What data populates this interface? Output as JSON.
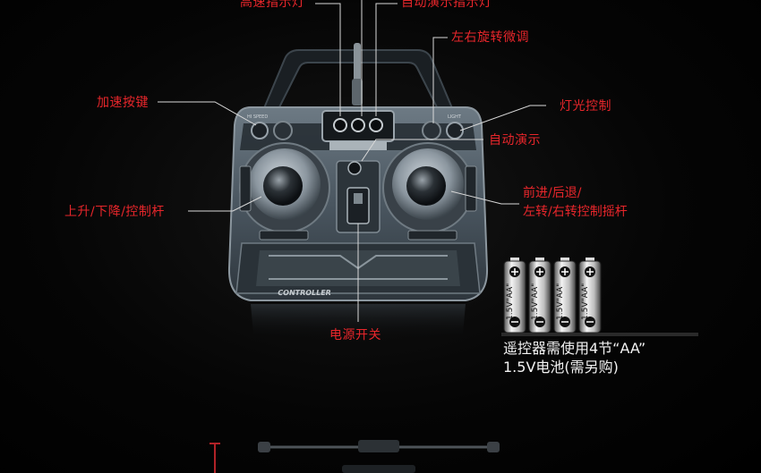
{
  "labels": {
    "speed_indicator": "高速指示灯",
    "demo_indicator": "自动演示指示灯",
    "trim": "左右旋转微调",
    "speed_button": "加速按键",
    "light_control": "灯光控制",
    "auto_demo": "自动演示",
    "throttle_stick": "上升/下降/控制杆",
    "direction_line1": "前进/后退/",
    "direction_line2": "左转/右转控制摇杆",
    "power_switch": "电源开关"
  },
  "controller": {
    "logo_text": "CONTROLLER",
    "small_labels": [
      "HI SPEED",
      "LIGHT"
    ]
  },
  "batteries": {
    "count": 4,
    "label": "1.5V\"AA\"",
    "caption_line1": "遥控器需使用4节“AA”",
    "caption_line2": "1.5V电池(需另购)"
  },
  "colors": {
    "label": "#e8262b",
    "line": "#d9d9d9",
    "body": "#4c5963",
    "caption": "#f2f2f2"
  }
}
